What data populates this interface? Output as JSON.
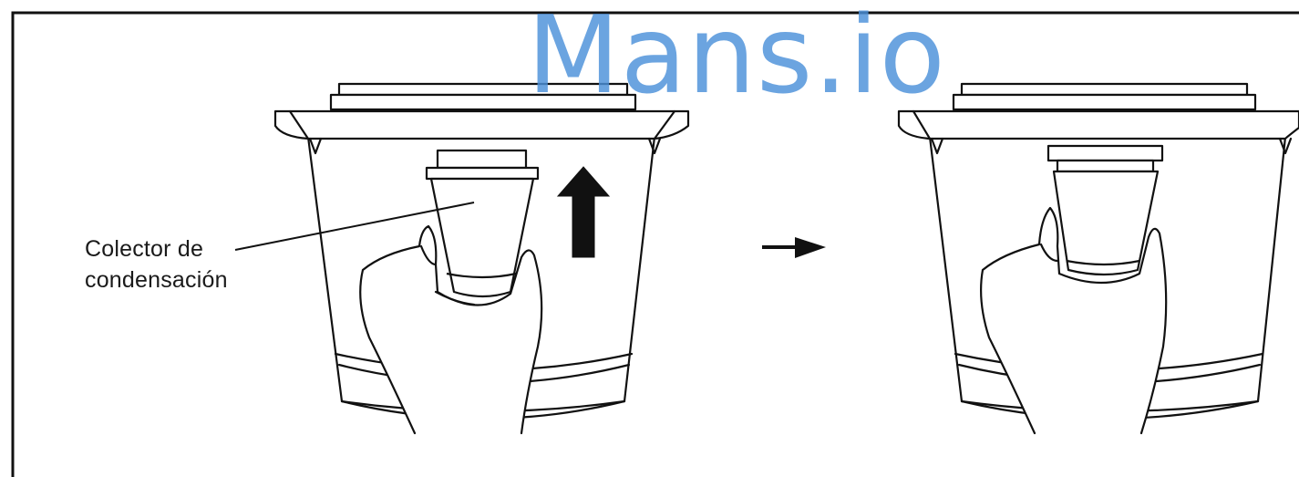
{
  "watermark": {
    "text": "Mans.io",
    "color": "#4a90d9"
  },
  "figure": {
    "callout_label": {
      "line1": "Colector de",
      "line2": "condensación"
    },
    "panels": [
      {
        "id": "before",
        "state": "collector being pushed up into bowl"
      },
      {
        "id": "after",
        "state": "collector inserted"
      }
    ],
    "lift_arrow_icon": "arrow-up-icon",
    "step_arrow_icon": "arrow-right-icon",
    "line_color": "#111111"
  }
}
